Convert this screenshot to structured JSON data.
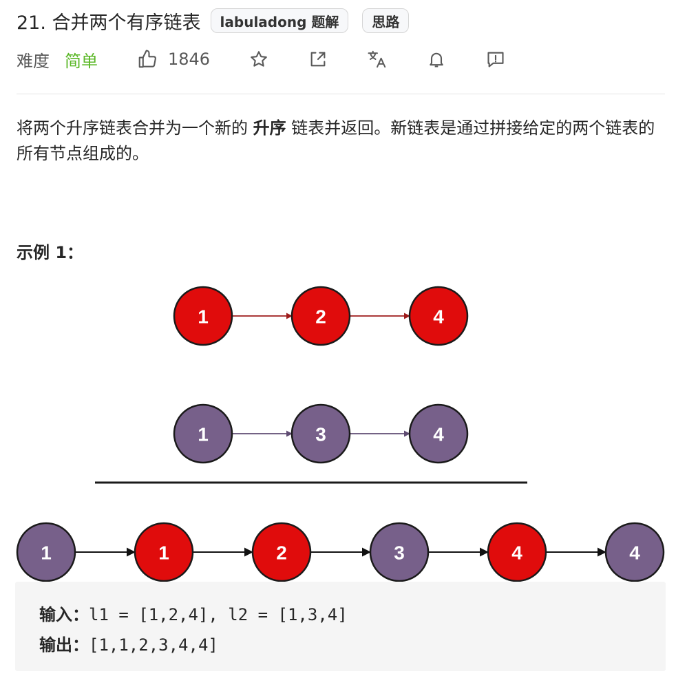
{
  "problem": {
    "title": "21. 合并两个有序链表",
    "tags": [
      "labuladong 题解",
      "思路"
    ]
  },
  "meta": {
    "difficulty_label": "难度",
    "difficulty_value": "简单",
    "likes": "1846",
    "colors": {
      "difficulty": "#5ab726"
    },
    "icons": [
      "thumbs-up-icon",
      "star-icon",
      "share-icon",
      "translate-icon",
      "bell-icon",
      "feedback-icon"
    ]
  },
  "description": {
    "part1": "将两个升序链表合并为一个新的 ",
    "bold": "升序",
    "part2": " 链表并返回。新链表是通过拼接给定的两个链表的所有节点组成的。"
  },
  "example": {
    "title": "示例 1：",
    "list1": [
      "1",
      "2",
      "4"
    ],
    "list2": [
      "1",
      "3",
      "4"
    ],
    "merged": [
      "1",
      "1",
      "2",
      "3",
      "4",
      "4"
    ],
    "merged_colors": [
      "purple",
      "red",
      "red",
      "purple",
      "red",
      "purple"
    ],
    "colors": {
      "red": "#e00c0c",
      "purple": "#77608a"
    },
    "input_label": "输入：",
    "input_value": "l1 = [1,2,4], l2 = [1,3,4]",
    "output_label": "输出：",
    "output_value": "[1,1,2,3,4,4]"
  }
}
